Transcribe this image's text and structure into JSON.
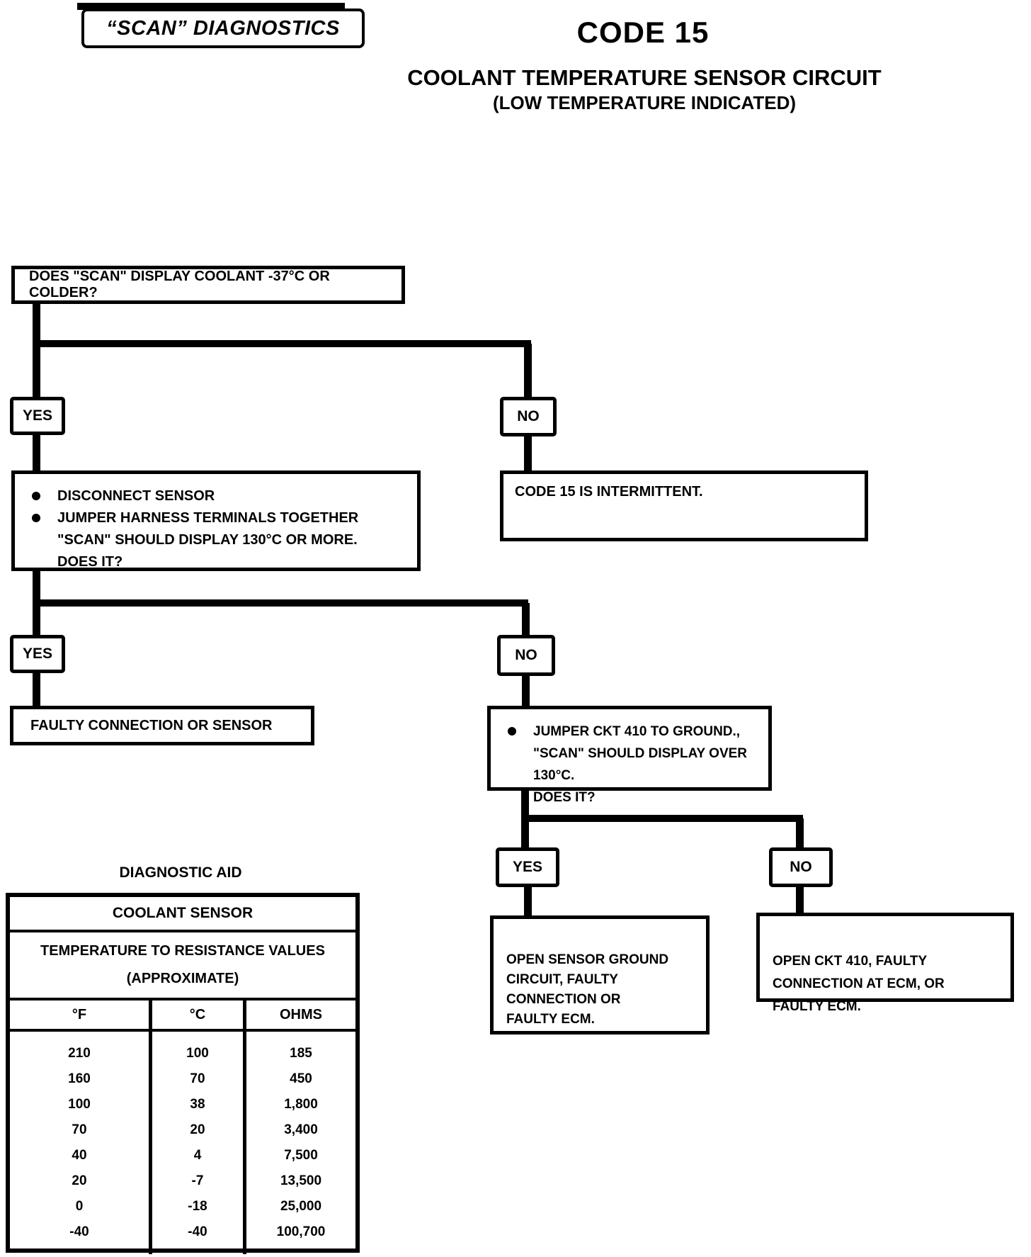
{
  "page": {
    "title_box": "“SCAN” DIAGNOSTICS",
    "code": "CODE 15",
    "subtitle1": "COOLANT TEMPERATURE SENSOR CIRCUIT",
    "subtitle2": "(LOW TEMPERATURE INDICATED)"
  },
  "flow": {
    "q1": "DOES \"SCAN\" DISPLAY COOLANT -37°C OR COLDER?",
    "yes1": "YES",
    "no1": "NO",
    "action_yes1": {
      "bullet1": "DISCONNECT SENSOR",
      "bullet2": "JUMPER HARNESS TERMINALS TOGETHER",
      "line3": "\"SCAN\" SHOULD DISPLAY 130°C OR MORE.",
      "line4": "DOES IT?"
    },
    "intermittent": "CODE 15 IS INTERMITTENT.",
    "yes2": "YES",
    "no2": "NO",
    "faulty": "FAULTY CONNECTION OR SENSOR",
    "jumper": {
      "bullet1": "JUMPER CKT 410 TO GROUND.,",
      "line2": "\"SCAN\" SHOULD DISPLAY OVER 130°C.",
      "line3": "DOES IT?"
    },
    "yes3": "YES",
    "no3": "NO",
    "open_sensor": "OPEN SENSOR GROUND\nCIRCUIT, FAULTY\nCONNECTION OR\nFAULTY ECM.",
    "open_ckt": "OPEN CKT 410, FAULTY\nCONNECTION AT ECM, OR\nFAULTY ECM."
  },
  "aid": {
    "label": "DIAGNOSTIC AID",
    "table": {
      "title": "COOLANT SENSOR",
      "subtitle1": "TEMPERATURE TO RESISTANCE VALUES",
      "subtitle2": "(APPROXIMATE)",
      "columns": [
        "°F",
        "°C",
        "OHMS"
      ],
      "rows": [
        [
          "210",
          "100",
          "185"
        ],
        [
          "160",
          "70",
          "450"
        ],
        [
          "100",
          "38",
          "1,800"
        ],
        [
          "70",
          "20",
          "3,400"
        ],
        [
          "40",
          "4",
          "7,500"
        ],
        [
          "20",
          "-7",
          "13,500"
        ],
        [
          "0",
          "-18",
          "25,000"
        ],
        [
          "-40",
          "-40",
          "100,700"
        ]
      ]
    }
  }
}
